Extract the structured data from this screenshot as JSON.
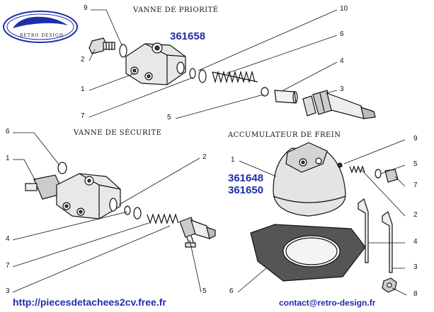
{
  "logo": {
    "text": "RETRO DESIGN"
  },
  "sections": {
    "priority_valve": {
      "title": "VANNE DE PRIORITÉ",
      "ref": "361658"
    },
    "safety_valve": {
      "title": "VANNE DE SÉCURITE"
    },
    "brake_accumulator": {
      "title": "ACCUMULATEUR DE FREIN",
      "ref1": "361648",
      "ref2": "361650"
    }
  },
  "callouts": {
    "top": [
      "9",
      "10",
      "6",
      "4",
      "3",
      "2",
      "1",
      "7",
      "5"
    ],
    "left": [
      "6",
      "1",
      "2",
      "4",
      "7",
      "3",
      "5"
    ],
    "right": [
      "9",
      "5",
      "1",
      "7",
      "2",
      "4",
      "3",
      "6",
      "8"
    ]
  },
  "footer": {
    "url": "http://piecesdetachees2cv.free.fr",
    "contact": "contact@retro-design.fr"
  }
}
